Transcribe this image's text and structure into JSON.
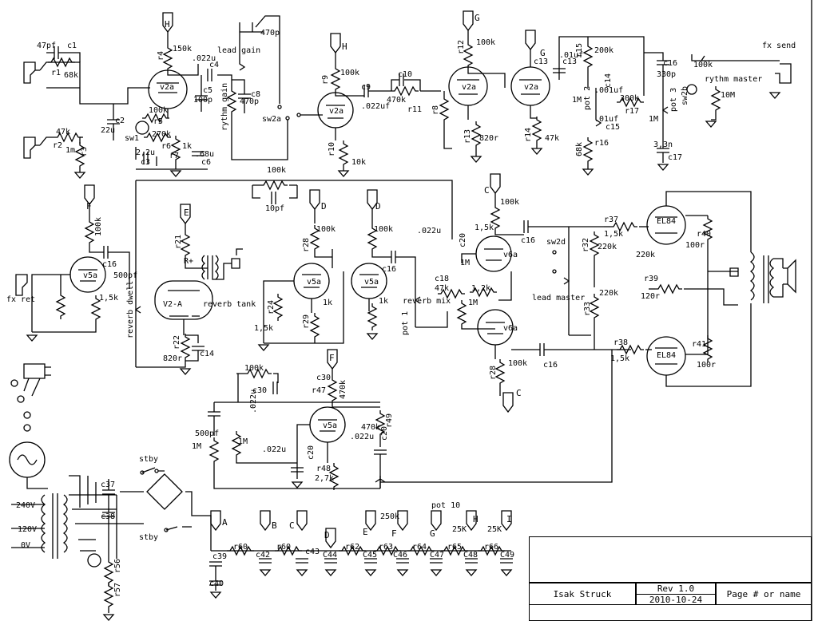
{
  "title_block": {
    "author": "Isak Struck",
    "revision": "Rev 1.0",
    "date": "2010-10-24",
    "page": "Page # or name"
  },
  "nodes": {
    "A": "A",
    "B": "B",
    "C": "C",
    "D": "D",
    "E": "E",
    "F": "F",
    "G": "G",
    "H": "H",
    "I": "I"
  },
  "labels": {
    "fx_send": "fx send",
    "fx_ret": "fx ret",
    "lead_gain": "lead gain",
    "rythm_gain": "rythm gain",
    "rythm_master": "rythm master",
    "reverb_tank": "reverb tank",
    "reverb_dwell": "reverb dwell",
    "reverb_mix": "reverb mix",
    "lead_master": "lead master",
    "pot1": "pot 1",
    "pot3": "pot 3",
    "pot10": "pot 10",
    "stby": "stby",
    "sw1": "sw1",
    "sw2a": "sw2a",
    "sw2b": "sw2b",
    "sw2d": "sw2d",
    "v240": "240V",
    "v120": "120V",
    "v0": "0V",
    "rplus": "R+"
  },
  "tubes": {
    "v2a_1": "v2a",
    "v2a_2": "v2a",
    "v2a_3": "v2a",
    "v2a_4": "v2a",
    "v5a_1": "v5a",
    "v5a_2": "v5a",
    "v5a_3": "v5a",
    "v5a_4": "v5a",
    "v6a_1": "v6a",
    "v6a_2": "v6a",
    "v2A": "V2-A",
    "el84_1": "EL84",
    "el84_2": "EL84"
  },
  "components": {
    "c1": "c1",
    "pf47": "47pf",
    "r1": "r1",
    "k68a": "68k",
    "r2": "r2",
    "k47a": "47k",
    "m1a": "1m",
    "r3": "r3",
    "r4": "r4",
    "k150": "150k",
    "u022a": ".022u",
    "c4": "c4",
    "k100a": "100k",
    "r5": "r5",
    "c2": "c2",
    "u22": "22u",
    "k270": "270k",
    "r6": "r6",
    "u22b": "2,2u",
    "c3": "c3",
    "r7": "r7",
    "k1a": "1k",
    "u68": ".68u",
    "c6": "c6",
    "c5": "c5",
    "p100a": "100p",
    "c8": "c8",
    "p470a": "470p",
    "p470b": "470p",
    "r9": "r9",
    "k100b": "100k",
    "c9": "c9",
    "uf022a": ".022uf",
    "r10": "r10",
    "k10a": "10k",
    "c10": "c10",
    "k470a": "470k",
    "r11": "r11",
    "r12": "r12",
    "k100c": "100k",
    "r8": "r8",
    "r13": "r13",
    "r820a": "820r",
    "k100d": "100k",
    "r14": "r14",
    "k47b": "47k",
    "uf01a": ".01uf",
    "c13": "c13",
    "r15": "r15",
    "k200": "200k",
    "c14": "c14",
    "uf001": ".001uf",
    "m1b": "1M",
    "pot2": "pot 2",
    "k300": "300k",
    "r17": "r17",
    "uf01b": ".01uf",
    "c15": "c15",
    "m1c": "1M",
    "r16": "r16",
    "k68b": "68k",
    "c16a": "c16",
    "p330": "330p",
    "n33": "3,3n",
    "c17": "c17",
    "k100e": "100k",
    "m10": "10M",
    "k100f": "100k",
    "k100g": "100k",
    "k100fx": "100k",
    "c16b": "c16",
    "p500a": "500pf",
    "r1_5a": "1,5k",
    "r21": "r21",
    "r22": "r22",
    "r820b": "820r",
    "c14b": "c14",
    "p10": "10pf",
    "k100h": "100k",
    "k100i": "100k",
    "r28a": "r28",
    "r24": "r24",
    "k1_5b": "1,5k",
    "r29": "r29",
    "k1b": "1k",
    "k1c": "1k",
    "c16c": "c16",
    "u022b": ".022u",
    "c20a": "c20",
    "k1_5c": "1,5k",
    "c18": "c18",
    "k47c": "47k",
    "k1_2": "1,2k",
    "m1d": "1M",
    "m1e": "1M",
    "c16d": "c16",
    "r37": "r37",
    "k1_5d": "1,5k",
    "r32": "r32",
    "k220a": "220k",
    "k220b": "220k",
    "k220c": "220k",
    "r33": "r33",
    "r40": "r40",
    "r100a": "100r",
    "r39": "r39",
    "r120": "120r",
    "r41": "r41",
    "r100b": "100r",
    "r38": "r38",
    "k1_5e": "1,5k",
    "k100j": "100k",
    "r28b": "r28",
    "c16e": "c16",
    "k100k": "100k",
    "c30a": "c30",
    "c30b": "c30",
    "u022c": ".022u",
    "r47": "r47",
    "k470b": "470k",
    "k470c": "470k",
    "r49": "r49",
    "u022d": ".022u",
    "c20b": "c20",
    "p500b": "500pf",
    "m1f": "1M",
    "m1g": "1M",
    "u022e": ".022u",
    "c20c": "c20",
    "r48": "r48",
    "k2_7": "2,7k",
    "c37": "c37",
    "c38": "c38",
    "r56": "r56",
    "r57": "r57",
    "c39": "c39",
    "c40": "c40",
    "r60": "r60",
    "c42": "c42",
    "r60b": "r60",
    "c43": "c43",
    "c44": "C44",
    "r62": "r62",
    "c45": "C45",
    "r63": "r63",
    "c46": "C46",
    "r64": "r64",
    "c47": "C47",
    "r65": "r65",
    "c48": "C48",
    "r66": "r66",
    "c49": "C49",
    "k250": "250k",
    "k25a": "25K",
    "k25b": "25K"
  }
}
